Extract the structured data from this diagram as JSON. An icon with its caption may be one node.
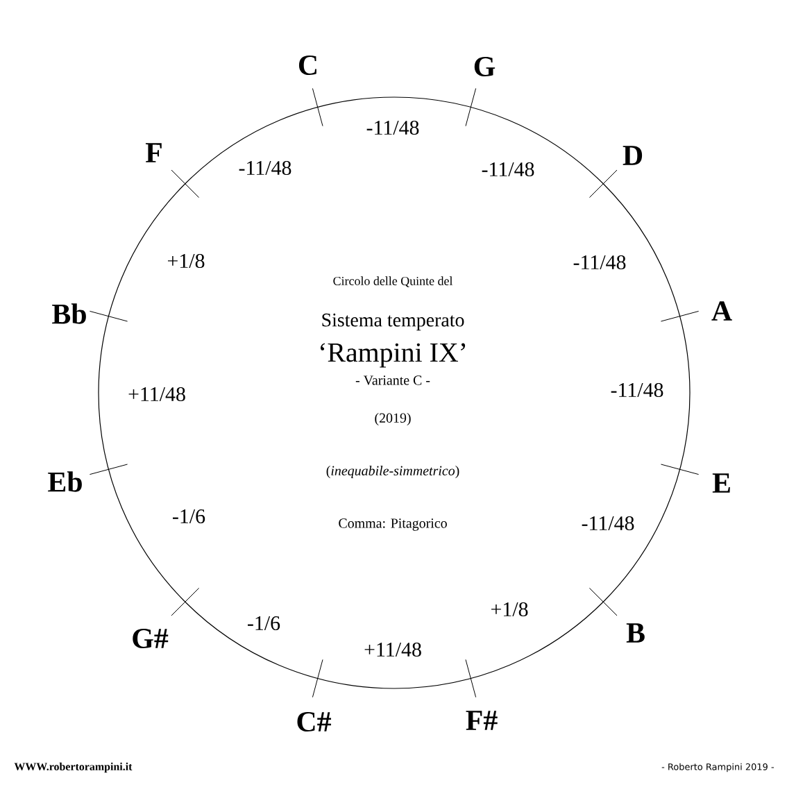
{
  "diagram": {
    "labels": [
      "C",
      "G",
      "D",
      "A",
      "E",
      "B",
      "F#",
      "C#",
      "G#",
      "Eb",
      "Bb",
      "F",
      "-11/48",
      "-11/48",
      "-11/48",
      "-11/48",
      "-11/48",
      "+1/8",
      "+11/48",
      "-1/6",
      "-1/6",
      "+11/48",
      "+1/8",
      "-11/48",
      "Circolo delle Quinte del",
      "Sistema temperato",
      "‘Rampini IX’",
      "- Variante C -",
      "(2019)",
      "(*inequabile-simmetrico*)",
      "Comma: Pitagorico",
      "WWW.robertorampini.it",
      "- Roberto Rampini 2019 -"
    ]
  }
}
